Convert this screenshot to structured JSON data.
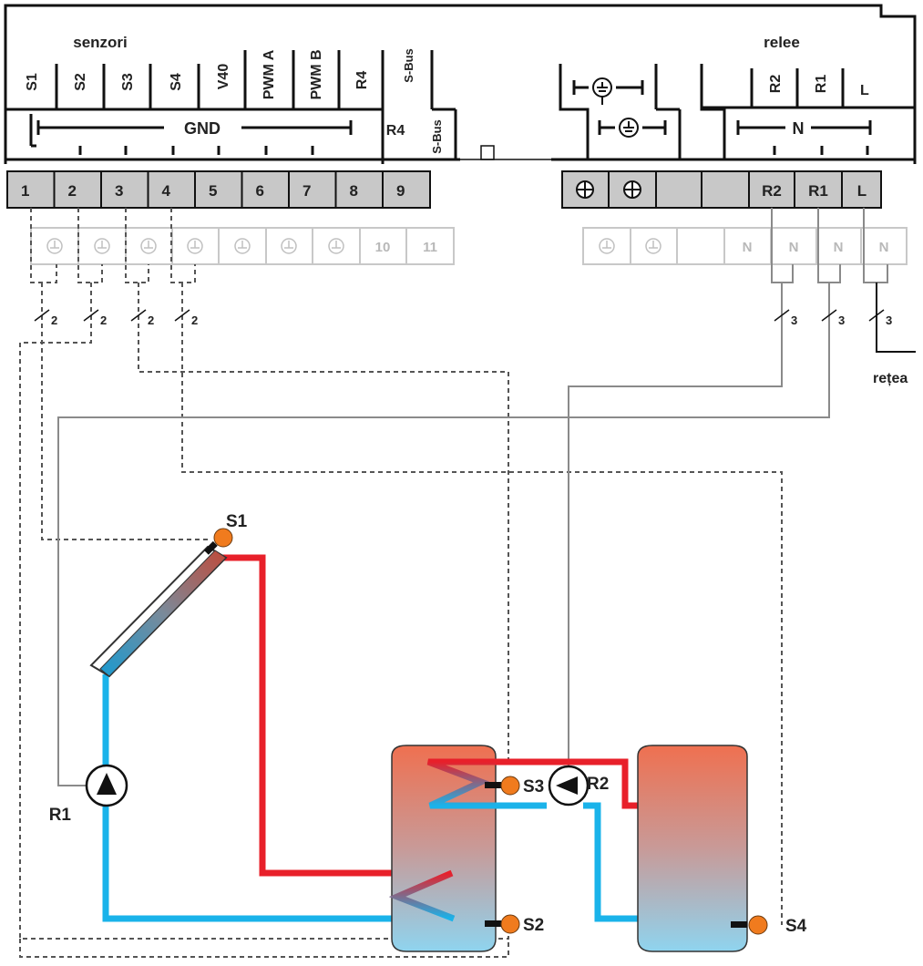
{
  "header": {
    "sensors_title": "senzori",
    "relays_title": "relee",
    "mains_label": "rețea"
  },
  "controller": {
    "sensor_labels": [
      "S1",
      "S2",
      "S3",
      "S4",
      "V40",
      "PWM A",
      "PWM B",
      "R4",
      "S-Bus"
    ],
    "r4_label": "R4",
    "sbus_lower_label": "S-Bus",
    "gnd_label": "GND",
    "relay_top_labels": [
      "R2",
      "R1",
      "L"
    ],
    "n_label": "N"
  },
  "terminals": {
    "sensor_row": [
      "1",
      "2",
      "3",
      "4",
      "5",
      "6",
      "7",
      "8",
      "9"
    ],
    "relay_row": [
      "R2",
      "R1",
      "L"
    ],
    "ghost_numbers": [
      "10",
      "11"
    ],
    "ghost_n": [
      "N",
      "N",
      "N",
      "N"
    ]
  },
  "bundle_counts": {
    "sensor_cables": [
      "2",
      "2",
      "2",
      "2"
    ],
    "relay_cables": [
      "3",
      "3",
      "3"
    ]
  },
  "components": {
    "collector_sensor": "S1",
    "tank1_lower_sensor": "S2",
    "tank1_upper_sensor": "S3",
    "tank2_sensor": "S4",
    "pump_collector": "R1",
    "pump_transfer": "R2"
  },
  "colors": {
    "hot_pipe": "#e8202a",
    "cold_pipe": "#1ab3ea",
    "sensor_dot": "#f07b1e",
    "tank_top": "#ef7050",
    "tank_bottom": "#8fd4ef",
    "terminal_fill": "#c8c8c8",
    "wire": "#8a8a8a"
  }
}
